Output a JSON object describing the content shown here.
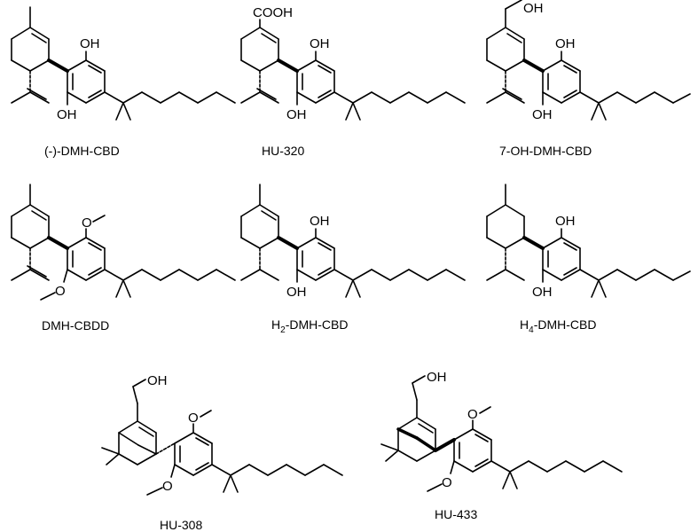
{
  "figure": {
    "compounds": [
      {
        "caption": "(-)-DMH-CBD",
        "labels": [
          "OH",
          "OH"
        ]
      },
      {
        "caption": "HU-320",
        "labels": [
          "COOH",
          "OH",
          "OH"
        ]
      },
      {
        "caption": "7-OH-DMH-CBD",
        "labels": [
          "OH",
          "OH",
          "OH"
        ]
      },
      {
        "caption": "DMH-CBDD",
        "labels": [
          "O",
          "O"
        ]
      },
      {
        "caption_main": "H",
        "caption_sub": "2",
        "caption_rest": "-DMH-CBD",
        "labels": [
          "OH",
          "OH"
        ]
      },
      {
        "caption_main": "H",
        "caption_sub": "4",
        "caption_rest": "-DMH-CBD",
        "labels": [
          "OH",
          "OH"
        ]
      },
      {
        "caption": "HU-308",
        "labels": [
          "OH",
          "O",
          "O"
        ]
      },
      {
        "caption": "HU-433",
        "labels": [
          "OH",
          "O",
          "O"
        ]
      }
    ]
  }
}
